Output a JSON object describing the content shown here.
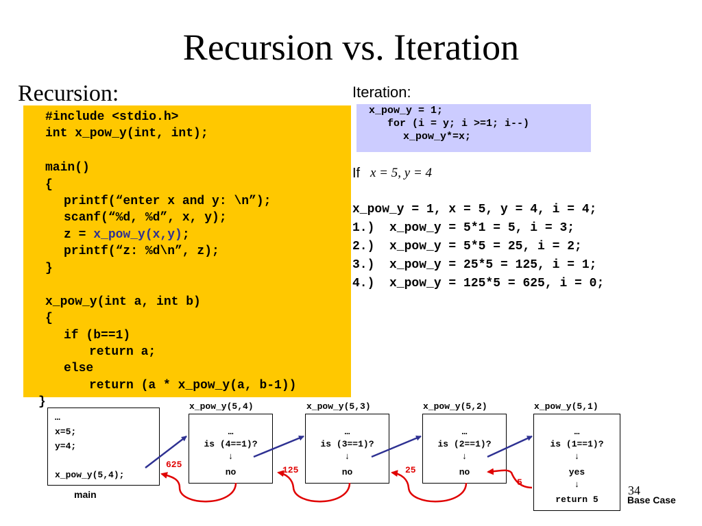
{
  "title": "Recursion vs. Iteration",
  "recursion_heading": "Recursion:",
  "iteration_heading": "Iteration:",
  "recursion_code": {
    "l1": "#include <stdio.h>",
    "l2": "int x_pow_y(int, int);",
    "l3": "main()",
    "l4": "{",
    "l5": "printf(“enter x and y: \\n”);",
    "l6": "scanf(“%d, %d”, x, y);",
    "l7a": "z = ",
    "l7b": "x_pow_y(x,y)",
    "l7c": ";",
    "l8": "printf(“z: %d\\n”, z);",
    "l9": "}",
    "l10": "x_pow_y(int a, int b)",
    "l11": "{",
    "l12": "if (b==1)",
    "l13": "return a;",
    "l14": "else",
    "l15": "return (a * x_pow_y(a, b-1))",
    "l16": "}"
  },
  "iteration_code": {
    "l1": "x_pow_y = 1;",
    "l2": "for (i = y; i >=1; i--)",
    "l3": "x_pow_y*=x;"
  },
  "if_label": "If",
  "if_math": "x = 5, y = 4",
  "trace": [
    "x_pow_y = 1, x = 5, y = 4, i = 4;",
    "1.)  x_pow_y = 5*1 = 5, i = 3;",
    "2.)  x_pow_y = 5*5 = 25, i = 2;",
    "3.)  x_pow_y = 25*5 = 125, i = 1;",
    "4.)  x_pow_y = 125*5 = 625, i = 0;"
  ],
  "main_frame": {
    "lines": [
      "…",
      "x=5;",
      "y=4;",
      "",
      "x_pow_y(5,4);"
    ],
    "label": "main"
  },
  "frames": [
    {
      "call": "x_pow_y(5,4)",
      "l1": "…",
      "l2": "is (4==1)?",
      "arrow": "↓",
      "l3": "no",
      "ret": "625"
    },
    {
      "call": "x_pow_y(5,3)",
      "l1": "…",
      "l2": "is (3==1)?",
      "arrow": "↓",
      "l3": "no",
      "ret": "125"
    },
    {
      "call": "x_pow_y(5,2)",
      "l1": "…",
      "l2": "is (2==1)?",
      "arrow": "↓",
      "l3": "no",
      "ret": "25"
    },
    {
      "call": "x_pow_y(5,1)",
      "l1": "…",
      "l2": "is (1==1)?",
      "arrow": "↓",
      "l3": "yes",
      "arrow2": "↓",
      "l4": "return 5",
      "ret": "5"
    }
  ],
  "base_case_label": "Base Case",
  "page_number": "34",
  "colors": {
    "code_bg": "#FFC800",
    "iter_bg": "#CCCCFF",
    "call_arrow": "#2E3192",
    "return_arrow": "#E00000"
  }
}
